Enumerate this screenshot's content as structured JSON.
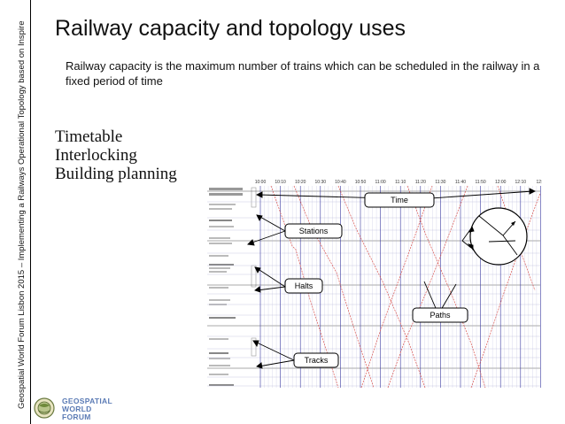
{
  "sidebar": {
    "text": "Geospatial World Forum Lisbon 2015 – Implementing a Railways Operational Topology based on Inspire"
  },
  "slide": {
    "title": "Railway capacity and topology uses",
    "subtitle": "Railway capacity is the maximum number of trains which can be scheduled in the railway in a fixed period of time",
    "uses": [
      "Timetable",
      "Interlocking",
      "Building planning"
    ]
  },
  "diagram": {
    "times": [
      "10:00",
      "10:10",
      "10:20",
      "10:30",
      "10:40",
      "10:50",
      "11:00",
      "11:10",
      "11:20",
      "11:30",
      "11:40",
      "11:50",
      "12:00",
      "12:10",
      "12:2"
    ],
    "callouts": {
      "time": "Time",
      "stations": "Stations",
      "halts": "Halts",
      "paths": "Paths",
      "tracks": "Tracks"
    }
  },
  "logo": {
    "line1": "GEOSPATIAL",
    "line2": "WORLD",
    "line3": "FORUM"
  },
  "colors": {
    "path_line": "#d9534f",
    "hour_line": "#3a3aa0",
    "grid_line": "#b5b5d8"
  }
}
